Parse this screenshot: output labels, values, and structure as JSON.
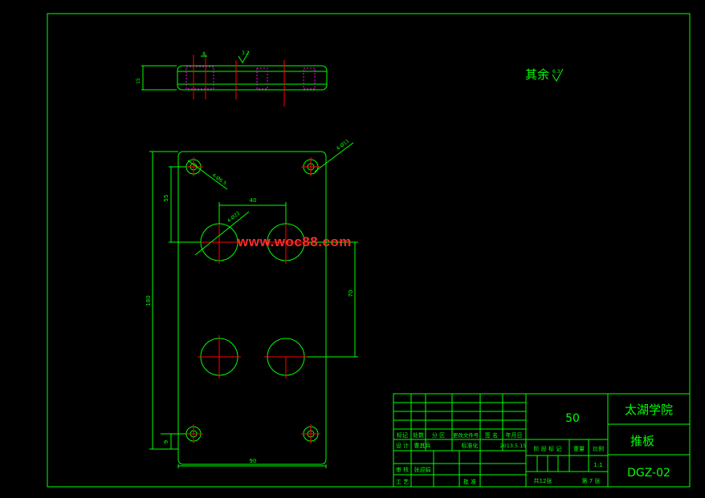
{
  "note_rest": "其余",
  "roughness_rest": "6.3",
  "roughness_side": "3.2",
  "dims": {
    "thickness": "15",
    "chamfer": "8",
    "height": "180",
    "top_offset": "55",
    "hole_spacing_x": "40",
    "hole_spacing_y": "70",
    "width": "90",
    "bottom_offset": "9",
    "hole_big": "4-Ø22",
    "hole_small_a": "4-Ø6.5",
    "hole_small_b": "4-Ø11"
  },
  "watermark": "www.woc88.com",
  "title_block": {
    "weight": "50",
    "school": "太湖学院",
    "part_name": "推板",
    "drawing_no": "DGZ-02",
    "scale": "1:1",
    "date": "2013.5.15",
    "designer": "曹其兵",
    "checker": "张迎娟",
    "standardizer": "标准化",
    "sheets_total": "共12张",
    "sheet_no": "第 7 张",
    "labels": {
      "mark": "标记",
      "count": "处数",
      "zone": "分 区",
      "doc": "更改文件号",
      "sign": "签 名",
      "ymd": "年月日",
      "design": "设 计",
      "review": "审 核",
      "process": "工 艺",
      "approve": "批 准",
      "stage": "阶 段 标 记",
      "weight_lbl": "重量",
      "scale_lbl": "比例"
    }
  }
}
